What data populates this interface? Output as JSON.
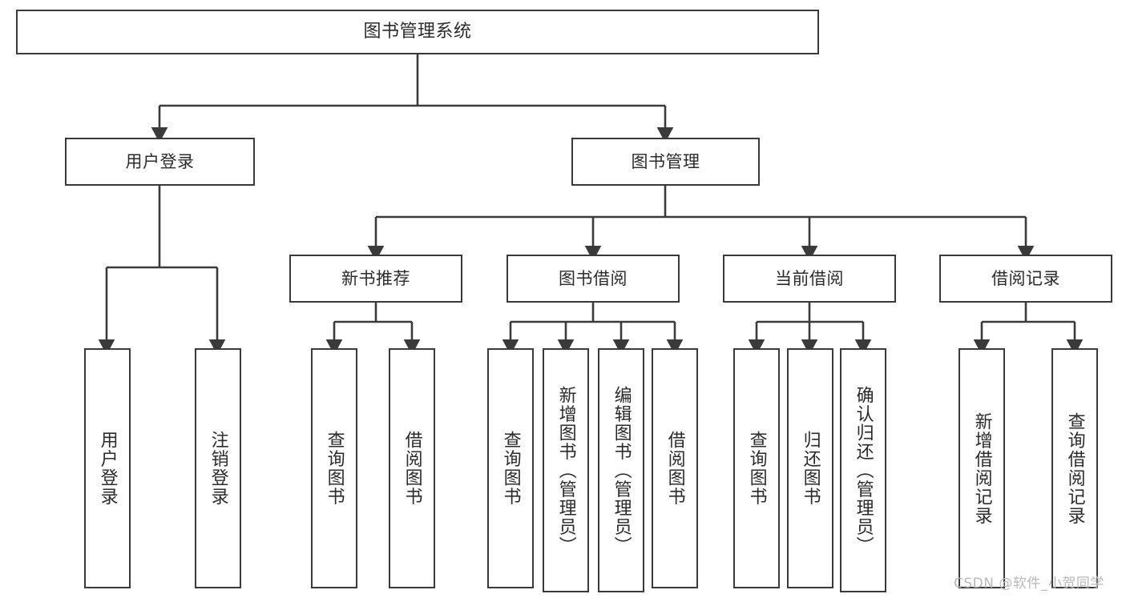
{
  "diagram": {
    "type": "tree",
    "title": "图书管理系统",
    "theme": {
      "background": "#ffffff",
      "box_border": "#3a3a3a",
      "box_fill": "#ffffff",
      "text": "#2b2b2b",
      "edge": "#3a3a3a",
      "watermark": "#b9b9b9"
    },
    "root": {
      "label": "图书管理系统"
    },
    "level1": [
      {
        "label": "用户登录"
      },
      {
        "label": "图书管理"
      }
    ],
    "level2": [
      {
        "label": "新书推荐"
      },
      {
        "label": "图书借阅"
      },
      {
        "label": "当前借阅"
      },
      {
        "label": "借阅记录"
      }
    ],
    "leaves": {
      "user_login": [
        {
          "label": "用户登录"
        },
        {
          "label": "注销登录"
        }
      ],
      "new_book": [
        {
          "label": "查询图书"
        },
        {
          "label": "借阅图书"
        }
      ],
      "book_borrow": [
        {
          "label": "查询图书"
        },
        {
          "label": "新增图书（管理员）"
        },
        {
          "label": "编辑图书（管理员）"
        },
        {
          "label": "借阅图书"
        }
      ],
      "current_borrow": [
        {
          "label": "查询图书"
        },
        {
          "label": "归还图书"
        },
        {
          "label": "确认归还（管理员）"
        }
      ],
      "borrow_record": [
        {
          "label": "新增借阅记录"
        },
        {
          "label": "查询借阅记录"
        }
      ]
    }
  },
  "watermark": {
    "text": "CSDN @软件_小贺同学"
  }
}
